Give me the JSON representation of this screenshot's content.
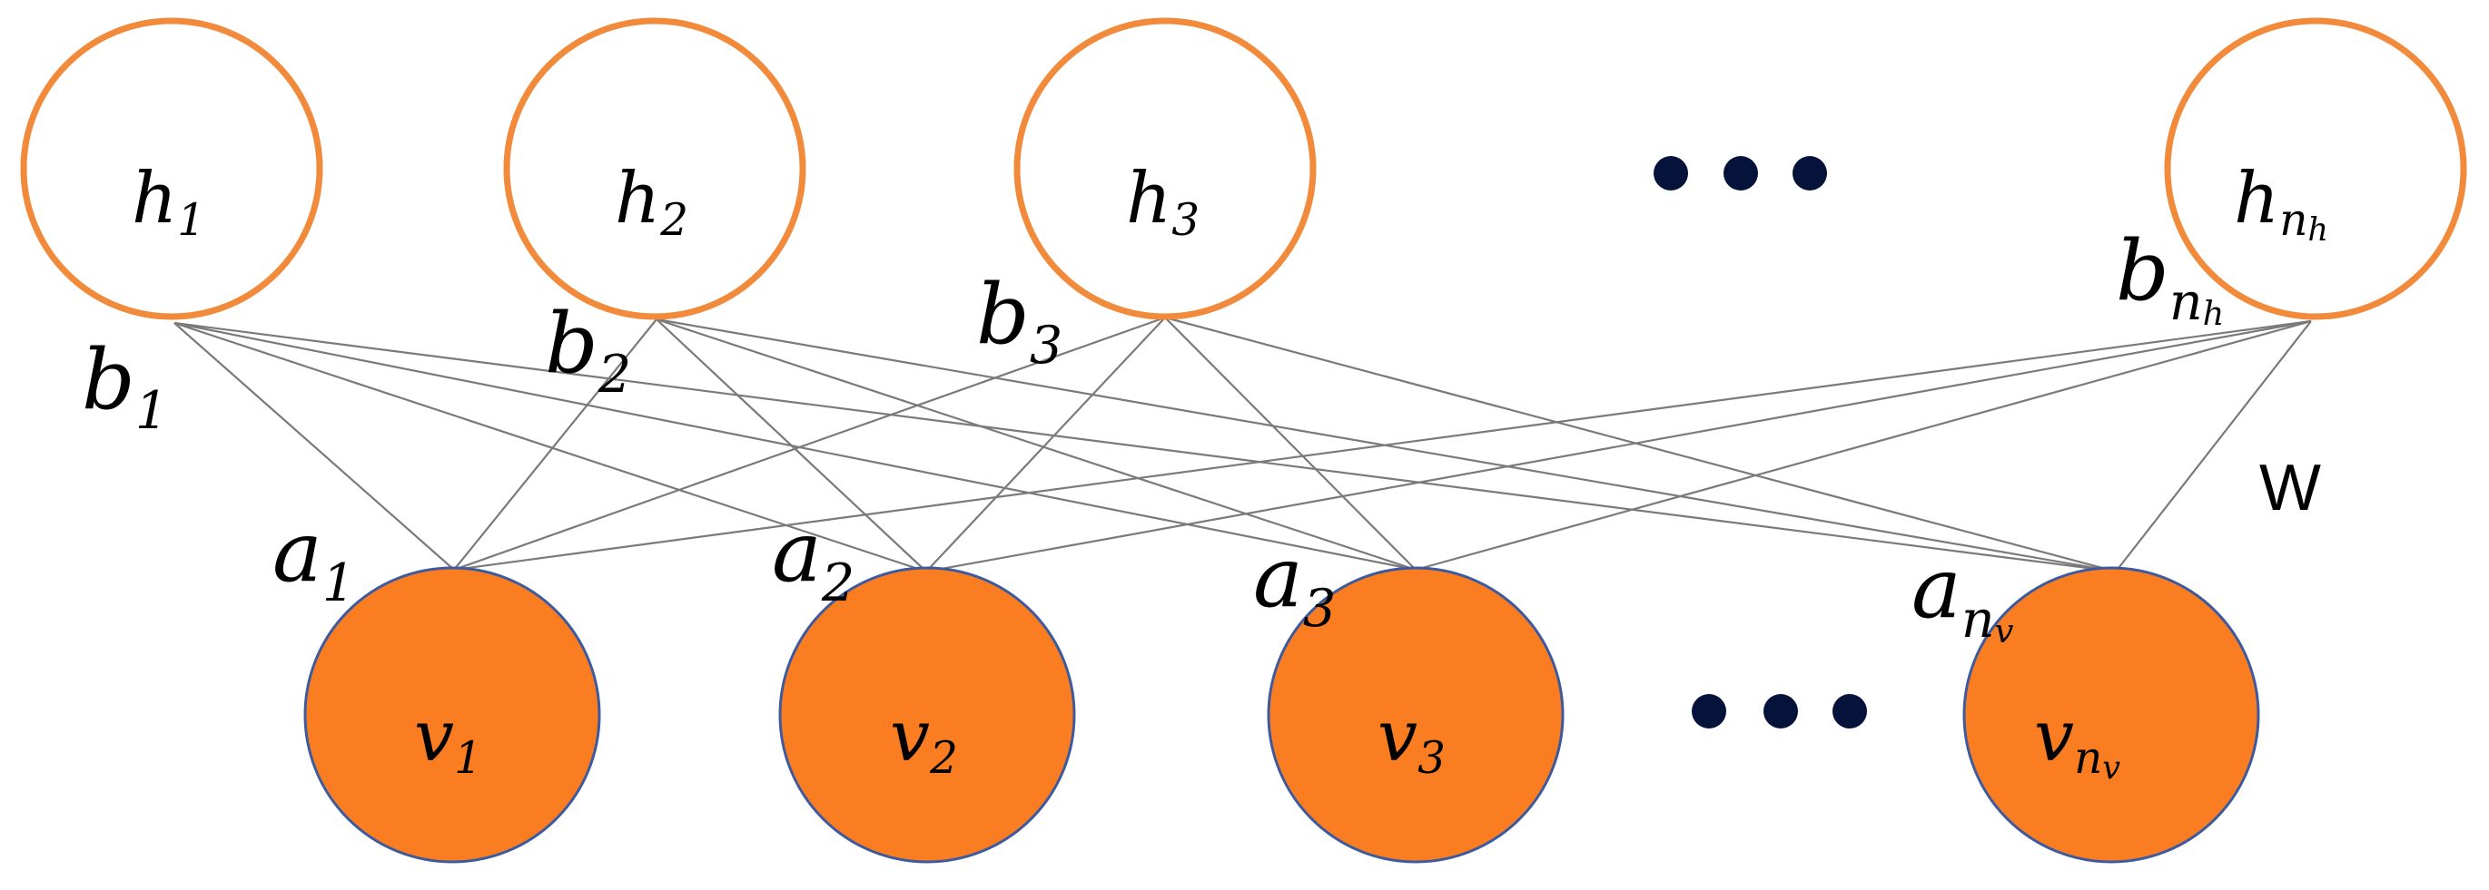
{
  "colors": {
    "hidden_stroke": "#f28a3c",
    "hidden_fill": "#ffffff",
    "visible_fill": "#fa7d22",
    "visible_stroke": "#3d5a9e",
    "edge": "#7a7a7a",
    "dot": "#05123a",
    "text": "#000000"
  },
  "hidden_units": [
    {
      "base": "h",
      "sub": "1",
      "subsub": ""
    },
    {
      "base": "h",
      "sub": "2",
      "subsub": ""
    },
    {
      "base": "h",
      "sub": "3",
      "subsub": ""
    },
    {
      "base": "h",
      "sub": "n",
      "subsub": "h"
    }
  ],
  "visible_units": [
    {
      "base": "v",
      "sub": "1",
      "subsub": ""
    },
    {
      "base": "v",
      "sub": "2",
      "subsub": ""
    },
    {
      "base": "v",
      "sub": "3",
      "subsub": ""
    },
    {
      "base": "v",
      "sub": "n",
      "subsub": "v"
    }
  ],
  "hidden_biases": [
    {
      "base": "b",
      "sub": "1",
      "subsub": ""
    },
    {
      "base": "b",
      "sub": "2",
      "subsub": ""
    },
    {
      "base": "b",
      "sub": "3",
      "subsub": ""
    },
    {
      "base": "b",
      "sub": "n",
      "subsub": "h"
    }
  ],
  "visible_biases": [
    {
      "base": "a",
      "sub": "1",
      "subsub": ""
    },
    {
      "base": "a",
      "sub": "2",
      "subsub": ""
    },
    {
      "base": "a",
      "sub": "3",
      "subsub": ""
    },
    {
      "base": "a",
      "sub": "n",
      "subsub": "v"
    }
  ],
  "weight_label": "W",
  "ellipsis_dot_count": 3,
  "connectivity": "fully-connected"
}
